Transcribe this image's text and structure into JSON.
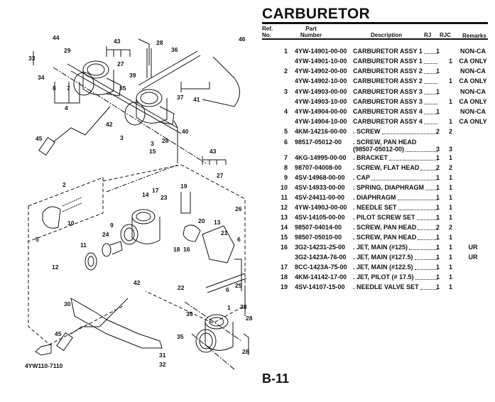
{
  "title": "CARBURETOR",
  "page_number": "B-11",
  "columns": {
    "ref": "Ref.\nNo.",
    "ref_l1": "Ref.",
    "ref_l2": "No.",
    "part_l1": "Part",
    "part_l2": "Number",
    "description": "Description",
    "rj": "RJ",
    "rjc": "RJC",
    "remarks": "Remarks"
  },
  "rows": [
    {
      "ref": "1",
      "part": "4YW-14901-00-00",
      "desc": "CARBURETOR ASSY 1",
      "rj": "1",
      "rjc": "",
      "remarks": "NON-CA"
    },
    {
      "ref": "",
      "part": "4YW-14901-10-00",
      "desc": "CARBURETOR ASSY 1",
      "rj": "",
      "rjc": "1",
      "remarks": "CA ONLY"
    },
    {
      "ref": "2",
      "part": "4YW-14902-00-00",
      "desc": "CARBURETOR ASSY 2",
      "rj": "1",
      "rjc": "",
      "remarks": "NON-CA"
    },
    {
      "ref": "",
      "part": "4YW-14902-10-00",
      "desc": "CARBURETOR ASSY 2",
      "rj": "",
      "rjc": "1",
      "remarks": "CA ONLY"
    },
    {
      "ref": "3",
      "part": "4YW-14903-00-00",
      "desc": "CARBURETOR ASSY 3",
      "rj": "1",
      "rjc": "",
      "remarks": "NON-CA"
    },
    {
      "ref": "",
      "part": "4YW-14903-10-00",
      "desc": "CARBURETOR ASSY 3",
      "rj": "",
      "rjc": "1",
      "remarks": "CA ONLY"
    },
    {
      "ref": "4",
      "part": "4YW-14904-00-00",
      "desc": "CARBURETOR ASSY 4",
      "rj": "1",
      "rjc": "",
      "remarks": "NON-CA"
    },
    {
      "ref": "",
      "part": "4YW-14904-10-00",
      "desc": "CARBURETOR ASSY 4",
      "rj": "",
      "rjc": "1",
      "remarks": "CA ONLY"
    },
    {
      "ref": "5",
      "part": "4KM-14216-00-00",
      "desc": ". SCREW",
      "rj": "2",
      "rjc": "2",
      "remarks": ""
    },
    {
      "ref": "6",
      "part": "98517-05012-00",
      "desc": ". SCREW, PAN HEAD",
      "cont": "(98507-05012-00)",
      "rj": "3",
      "rjc": "3",
      "remarks": ""
    },
    {
      "ref": "7",
      "part": "4KG-14995-00-00",
      "desc": ". BRACKET",
      "rj": "1",
      "rjc": "1",
      "remarks": ""
    },
    {
      "ref": "8",
      "part": "98707-04008-00",
      "desc": ". SCREW, FLAT HEAD",
      "rj": "2",
      "rjc": "2",
      "remarks": ""
    },
    {
      "ref": "9",
      "part": "4SV-14968-00-00",
      "desc": ". CAP",
      "rj": "1",
      "rjc": "1",
      "remarks": ""
    },
    {
      "ref": "10",
      "part": "4SV-14933-00-00",
      "desc": ". SPRING, DIAPHRAGM",
      "rj": "1",
      "rjc": "1",
      "remarks": ""
    },
    {
      "ref": "11",
      "part": "4SV-24411-00-00",
      "desc": ". DIAPHRAGM",
      "rj": "1",
      "rjc": "1",
      "remarks": ""
    },
    {
      "ref": "12",
      "part": "4YW-1490J-00-00",
      "desc": ". NEEDLE SET",
      "rj": "1",
      "rjc": "1",
      "remarks": ""
    },
    {
      "ref": "13",
      "part": "4SV-14105-00-00",
      "desc": ". PILOT SCREW SET",
      "rj": "1",
      "rjc": "1",
      "remarks": ""
    },
    {
      "ref": "14",
      "part": "98507-04014-00",
      "desc": ". SCREW, PAN HEAD",
      "rj": "2",
      "rjc": "2",
      "remarks": ""
    },
    {
      "ref": "15",
      "part": "98507-05010-00",
      "desc": ". SCREW, PAN HEAD",
      "rj": "1",
      "rjc": "1",
      "remarks": ""
    },
    {
      "ref": "16",
      "part": "3G2-14231-25-00",
      "desc": ". JET, MAIN (#125)",
      "rj": "1",
      "rjc": "1",
      "remarks": "UR"
    },
    {
      "ref": "",
      "part": "3G2-1423A-76-00",
      "desc": ". JET, MAIN (#127.5)",
      "rj": "1",
      "rjc": "1",
      "remarks": "UR"
    },
    {
      "ref": "17",
      "part": "8CC-1423A-75-00",
      "desc": ". JET, MAIN (#122.5)",
      "rj": "1",
      "rjc": "1",
      "remarks": ""
    },
    {
      "ref": "18",
      "part": "4KM-14142-17-00",
      "desc": ". JET, PILOT (# 17.5)",
      "rj": "1",
      "rjc": "1",
      "remarks": ""
    },
    {
      "ref": "19",
      "part": "4SV-14107-15-00",
      "desc": ". NEEDLE VALVE SET",
      "rj": "1",
      "rjc": "1",
      "remarks": ""
    }
  ],
  "diagram": {
    "code": "4YW110-7110",
    "callouts": [
      "44",
      "33",
      "29",
      "34",
      "8",
      "7",
      "4",
      "43",
      "27",
      "28",
      "36",
      "46",
      "39",
      "35",
      "37",
      "41",
      "40",
      "42",
      "3",
      "45",
      "28",
      "3",
      "15",
      "43",
      "27",
      "2",
      "17",
      "14",
      "23",
      "19",
      "10",
      "5",
      "9",
      "24",
      "26",
      "20",
      "13",
      "21",
      "6",
      "18",
      "16",
      "11",
      "12",
      "22",
      "6",
      "25",
      "42",
      "30",
      "39",
      "1",
      "38",
      "28",
      "35",
      "45",
      "28",
      "31",
      "32"
    ]
  }
}
